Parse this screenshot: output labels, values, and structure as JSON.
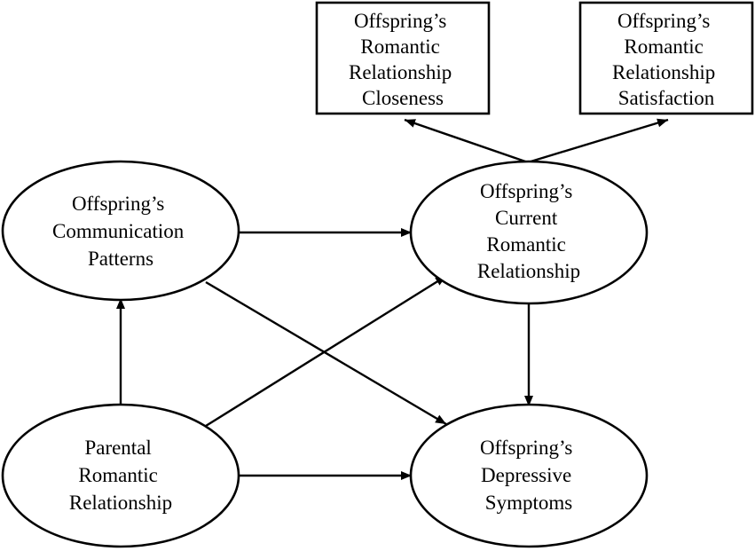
{
  "diagram": {
    "boxes": {
      "closeness": {
        "lines": [
          "Offspring’s",
          "Romantic",
          "Relationship",
          "Closeness"
        ]
      },
      "satisfaction": {
        "lines": [
          "Offspring’s",
          "Romantic",
          "Relationship",
          "Satisfaction"
        ]
      }
    },
    "nodes": {
      "communication": {
        "lines": [
          "Offspring’s",
          "Communication",
          "Patterns"
        ]
      },
      "current_relationship": {
        "lines": [
          "Offspring’s",
          "Current",
          "Romantic",
          "Relationship"
        ]
      },
      "parental": {
        "lines": [
          "Parental",
          "Romantic",
          "Relationship"
        ]
      },
      "depressive": {
        "lines": [
          "Offspring’s",
          "Depressive",
          "Symptoms"
        ]
      }
    },
    "edges": [
      {
        "from": "current_relationship",
        "to": "closeness"
      },
      {
        "from": "current_relationship",
        "to": "satisfaction"
      },
      {
        "from": "communication",
        "to": "current_relationship"
      },
      {
        "from": "communication",
        "to": "depressive"
      },
      {
        "from": "parental",
        "to": "communication"
      },
      {
        "from": "parental",
        "to": "current_relationship"
      },
      {
        "from": "parental",
        "to": "depressive"
      },
      {
        "from": "current_relationship",
        "to": "depressive"
      }
    ]
  }
}
